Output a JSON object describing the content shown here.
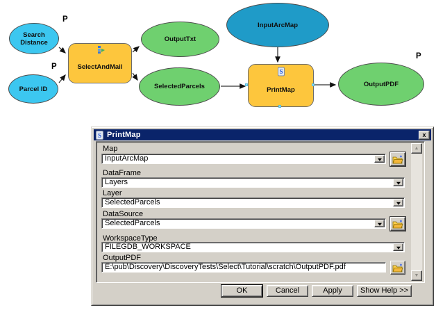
{
  "colors": {
    "input_param_oval": "#3cc7f0",
    "input_var_oval": "#1f9bc8",
    "output_oval": "#6fd06f",
    "tool_box": "#fdc63d",
    "titlebar": "#0a246a",
    "dialog_face": "#d4d0c8"
  },
  "diagram": {
    "nodes": {
      "search_distance": {
        "label": "Search Distance",
        "param": "P"
      },
      "parcel_id": {
        "label": "Parcel ID",
        "param": "P"
      },
      "select_and_mail": {
        "label": "SelectAndMail"
      },
      "output_txt": {
        "label": "OutputTxt"
      },
      "selected_parcels": {
        "label": "SelectedParcels"
      },
      "input_arcmap": {
        "label": "InputArcMap"
      },
      "print_map": {
        "label": "PrintMap"
      },
      "output_pdf": {
        "label": "OutputPDF",
        "param": "P"
      }
    }
  },
  "dialog": {
    "title": "PrintMap",
    "close_glyph": "x",
    "fields": [
      {
        "label": "Map",
        "value": "InputArcMap"
      },
      {
        "label": "DataFrame",
        "value": "Layers"
      },
      {
        "label": "Layer",
        "value": "SelectedParcels"
      },
      {
        "label": "DataSource",
        "value": "SelectedParcels"
      },
      {
        "label": "WorkspaceType",
        "value": "FILEGDB_WORKSPACE"
      },
      {
        "label": "OutputPDF",
        "value": "E:\\pub\\Discovery\\DiscoveryTests\\Select\\Tutorial\\scratch\\OutputPDF.pdf"
      }
    ],
    "buttons": {
      "ok": "OK",
      "cancel": "Cancel",
      "apply": "Apply",
      "help": "Show Help >>"
    },
    "scrollbar": {
      "up_glyph": "▲",
      "down_glyph": "▼"
    }
  }
}
